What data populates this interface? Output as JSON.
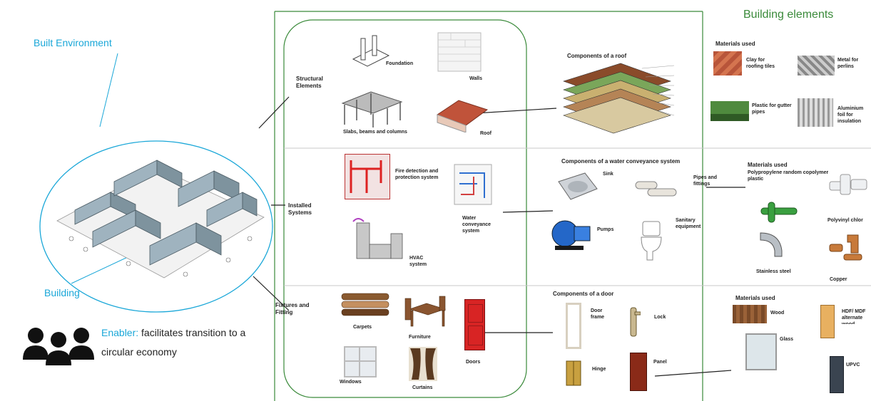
{
  "left": {
    "built_environment": "Built Environment",
    "building": "Building",
    "enabler_prefix": "Enabler:",
    "enabler_text": "facilitates transition to a circular economy"
  },
  "top_right_title": "Building elements",
  "rows": {
    "structural": {
      "label": "Structural Elements",
      "items": {
        "foundation": "Foundation",
        "walls": "Walls",
        "slabs": "Slabs, beams and columns",
        "roof": "Roof"
      },
      "components_title": "Components of a roof",
      "materials_title": "Materials used",
      "materials": {
        "clay": "Clay for roofing tiles",
        "metal": "Metal for perlins",
        "plastic": "Plastic for gutter pipes",
        "aluminium": "Aluminium foil for insulation"
      }
    },
    "installed": {
      "label": "Installed Systems",
      "items": {
        "fire": "Fire detection and protection system",
        "water": "Water conveyance system",
        "hvac": "HVAC system"
      },
      "components_title": "Components of a water conveyance system",
      "components": {
        "sink": "Sink",
        "pipes": "Pipes and fittings",
        "pumps": "Pumps",
        "sanitary": "Sanitary equipment"
      },
      "materials_title": "Materials used",
      "materials": {
        "polypropylene": "Polypropylene random copolymer plastic",
        "pvc": "Polyvinyl chlor",
        "stainless": "Stainless steel",
        "copper": "Copper"
      }
    },
    "fixtures": {
      "label": "Fixtures and Fitting",
      "items": {
        "carpets": "Carpets",
        "furniture": "Furniture",
        "doors": "Doors",
        "windows": "Windows",
        "curtains": "Curtains"
      },
      "components_title": "Components of a door",
      "components": {
        "frame": "Door frame",
        "lock": "Lock",
        "hinge": "Hinge",
        "panel": "Panel"
      },
      "materials_title": "Materials used",
      "materials": {
        "wood": "Wood",
        "hdf": "HDF/ MDF alternate wood",
        "glass": "Glass",
        "upvc": "UPVC"
      }
    }
  },
  "colors": {
    "accent_blue": "#1aa7d8",
    "frame_green": "#3a8a3a",
    "door_red": "#d82424"
  }
}
